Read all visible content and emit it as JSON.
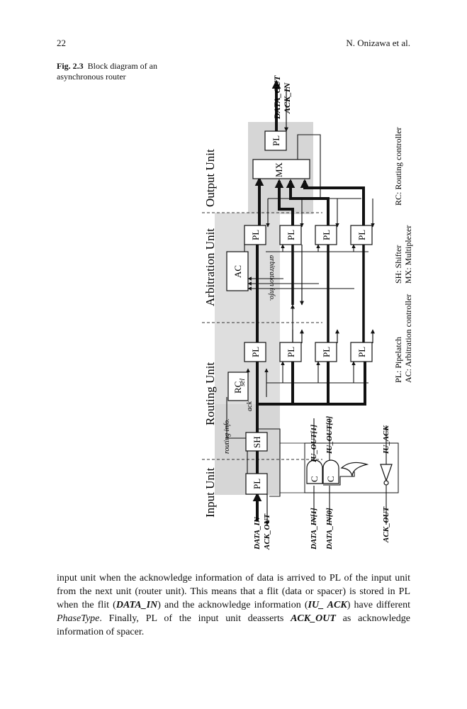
{
  "header": {
    "page_number": "22",
    "running_head": "N. Onizawa et al."
  },
  "caption": {
    "label": "Fig. 2.3",
    "text": "Block diagram of an asynchronous router"
  },
  "diagram": {
    "units": [
      "Input Unit",
      "Routing Unit",
      "Arbitration Unit",
      "Output Unit"
    ],
    "blocks": {
      "pl": "PL",
      "sh": "SH",
      "rc": "RC",
      "ac": "AC",
      "mx": "MX",
      "c": "C"
    },
    "signals": {
      "data_in": "DATA_IN",
      "ack_out_top": "ACK_OUT",
      "data_in1": "DATA_IN[1]",
      "data_in0": "DATA_IN[0]",
      "ack_out": "ACK_OUT",
      "iu_out1": "IU_OUT[1]",
      "iu_out0": "IU_OUT[0]",
      "iu_ack": "IU_ACK",
      "routing_info": "routing info.",
      "ack": "ack",
      "sel": "sel",
      "arbitration_info": "arbitration info.",
      "data_out": "DATA_OUT",
      "ack_in": "ACK_IN"
    },
    "legend": {
      "pl": "PL:  Pipelatch",
      "ac": "AC: Arbitration controller",
      "sh": "SH:  Shifter",
      "mx": "MX: Multiplexer",
      "rc": "RC: Routing controller"
    }
  },
  "body": {
    "p1": "input unit when the acknowledge information of data is arrived to PL of the input unit from the next unit (router unit). This means that a flit (data or spacer) is stored in PL when the flit (",
    "p1_b1": "DATA_IN",
    "p2": ") and the acknowledge information (",
    "p2_b1": "IU_ ACK",
    "p3": ") have different ",
    "p3_i1": "PhaseType",
    "p4": ". Finally, PL of the input unit deasserts ",
    "p4_b1": "ACK_OUT",
    "p5": " as acknowledge information of spacer."
  }
}
